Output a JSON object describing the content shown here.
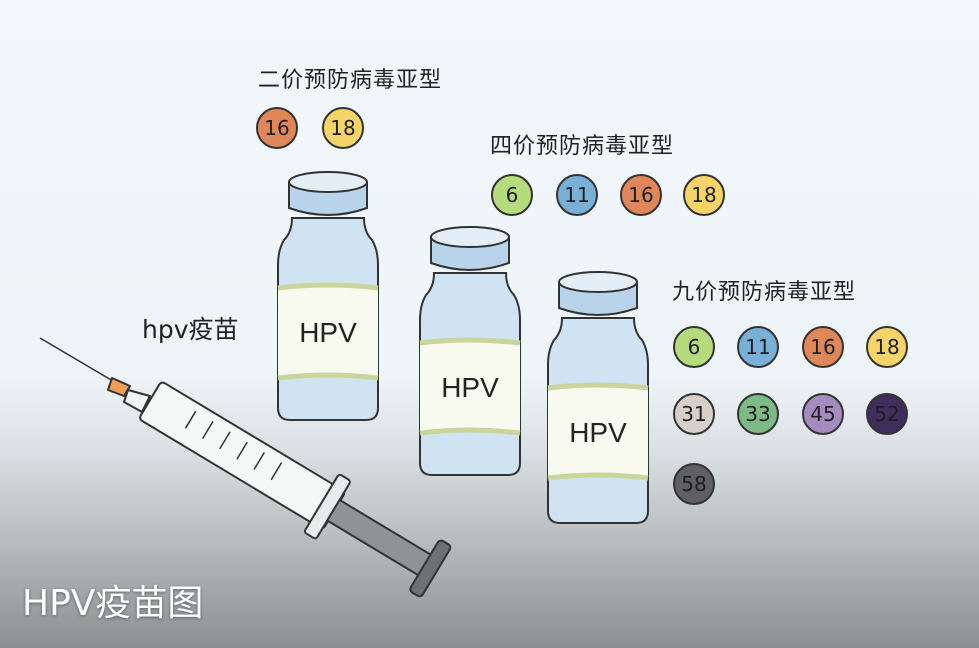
{
  "vaccine_label": "hpv疫苗",
  "vial_text": "HPV",
  "caption": "HPV疫苗图",
  "groups": [
    {
      "title": "二价预防病毒亚型",
      "types": [
        {
          "n": "16",
          "color": "#e0875a"
        },
        {
          "n": "18",
          "color": "#f7d468"
        }
      ]
    },
    {
      "title": "四价预防病毒亚型",
      "types": [
        {
          "n": "6",
          "color": "#b5dc7a"
        },
        {
          "n": "11",
          "color": "#78b0d8"
        },
        {
          "n": "16",
          "color": "#e0875a"
        },
        {
          "n": "18",
          "color": "#f7d468"
        }
      ]
    },
    {
      "title": "九价预防病毒亚型",
      "types": [
        {
          "n": "6",
          "color": "#b5dc7a"
        },
        {
          "n": "11",
          "color": "#78b0d8"
        },
        {
          "n": "16",
          "color": "#e0875a"
        },
        {
          "n": "18",
          "color": "#f7d468"
        },
        {
          "n": "31",
          "color": "#d8cfc8"
        },
        {
          "n": "33",
          "color": "#7dba86"
        },
        {
          "n": "45",
          "color": "#a58cc0"
        },
        {
          "n": "52",
          "color": "#3f2d5c"
        },
        {
          "n": "58",
          "color": "#606064"
        }
      ]
    }
  ]
}
